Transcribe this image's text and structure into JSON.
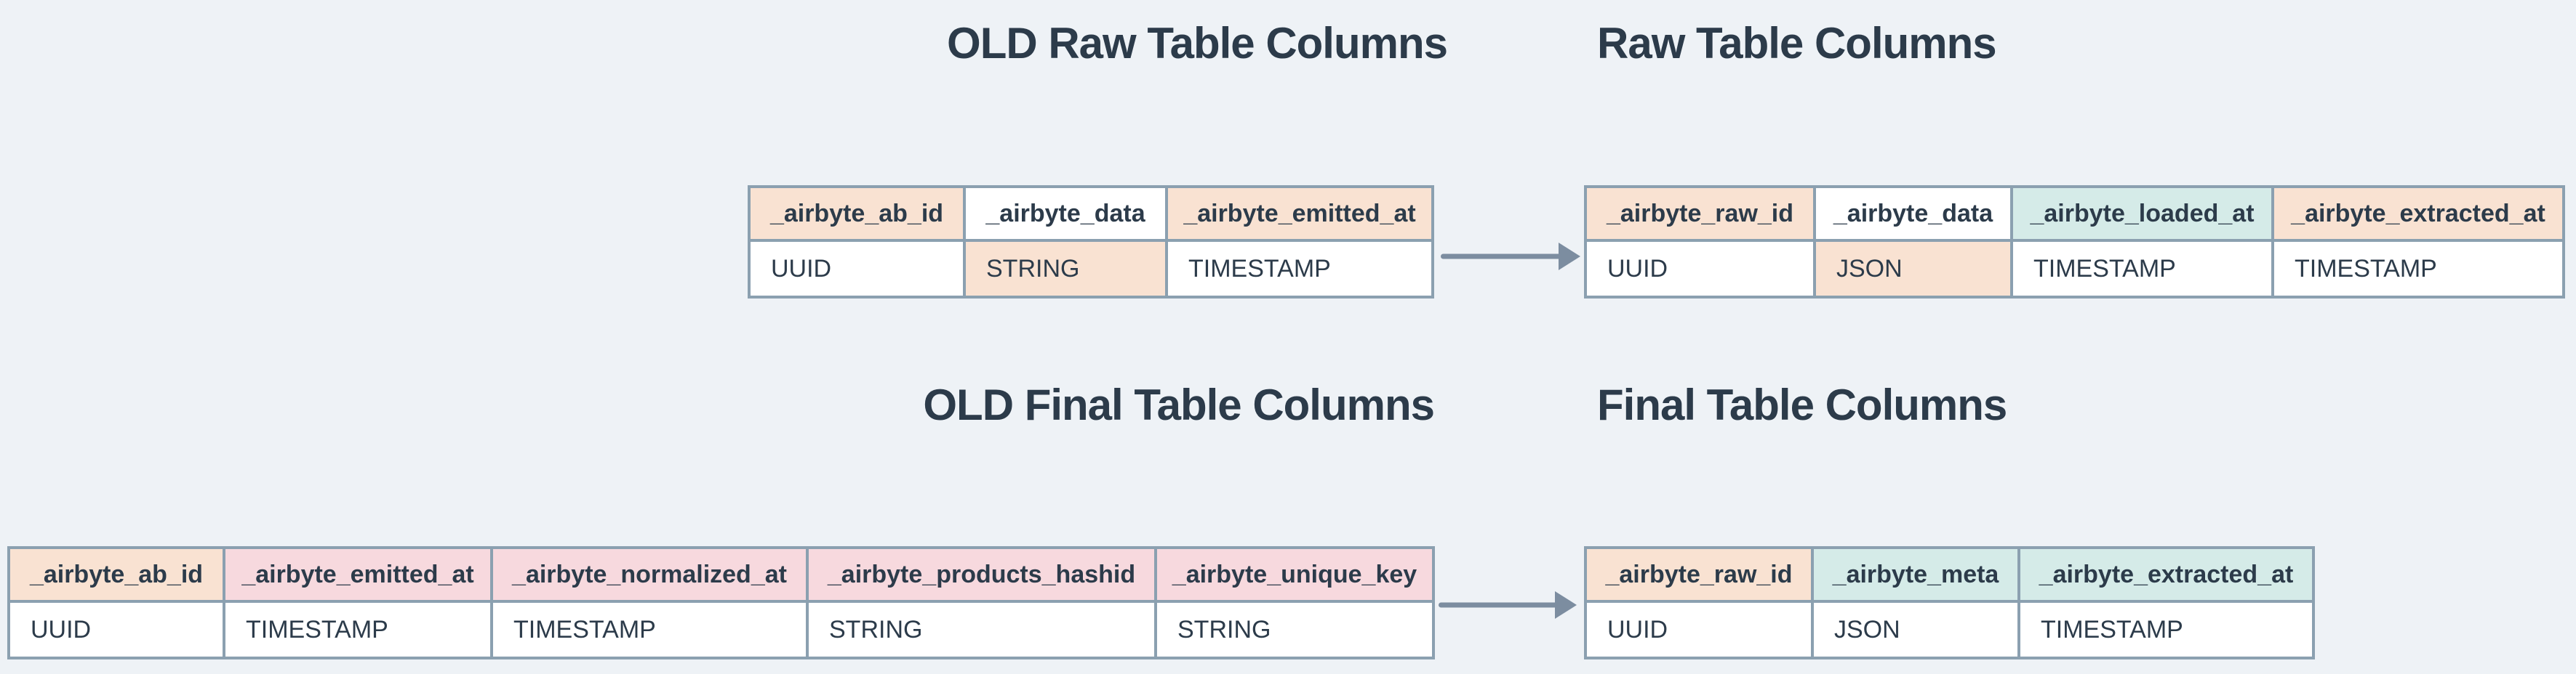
{
  "colors": {
    "background": "#eef2f6",
    "text": "#2c3b4a",
    "border": "#8ba0b0",
    "arrow": "#7c8da0",
    "peach": "#f9e2d2",
    "pink": "#f7d9de",
    "teal": "#d5ebe8",
    "white": "#ffffff"
  },
  "legend_semantics": {
    "peach": "column kept or renamed",
    "teal": "new column",
    "pink": "removed column",
    "white": "unchanged"
  },
  "raw_old": {
    "title": "OLD Raw Table Columns",
    "headers": [
      "_airbyte_ab_id",
      "_airbyte_data",
      "_airbyte_emitted_at"
    ],
    "header_bgs": [
      "peach",
      "white",
      "peach"
    ],
    "types": [
      "UUID",
      "STRING",
      "TIMESTAMP"
    ],
    "type_bgs": [
      "white",
      "peach",
      "white"
    ]
  },
  "raw_new": {
    "title": "Raw Table Columns",
    "headers": [
      "_airbyte_raw_id",
      "_airbyte_data",
      "_airbyte_loaded_at",
      "_airbyte_extracted_at"
    ],
    "header_bgs": [
      "peach",
      "white",
      "teal",
      "peach"
    ],
    "types": [
      "UUID",
      "JSON",
      "TIMESTAMP",
      "TIMESTAMP"
    ],
    "type_bgs": [
      "white",
      "peach",
      "white",
      "white"
    ]
  },
  "final_old": {
    "title": "OLD Final Table Columns",
    "headers": [
      "_airbyte_ab_id",
      "_airbyte_emitted_at",
      "_airbyte_normalized_at",
      "_airbyte_products_hashid",
      "_airbyte_unique_key"
    ],
    "header_bgs": [
      "peach",
      "pink",
      "pink",
      "pink",
      "pink"
    ],
    "types": [
      "UUID",
      "TIMESTAMP",
      "TIMESTAMP",
      "STRING",
      "STRING"
    ],
    "type_bgs": [
      "white",
      "white",
      "white",
      "white",
      "white"
    ]
  },
  "final_new": {
    "title": "Final Table Columns",
    "headers": [
      "_airbyte_raw_id",
      "_airbyte_meta",
      "_airbyte_extracted_at"
    ],
    "header_bgs": [
      "peach",
      "teal",
      "teal"
    ],
    "types": [
      "UUID",
      "JSON",
      "TIMESTAMP"
    ],
    "type_bgs": [
      "white",
      "white",
      "white"
    ]
  }
}
